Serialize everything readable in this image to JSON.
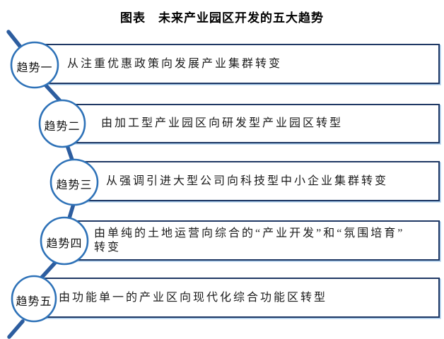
{
  "title": "图表　未来产业园区开发的五大趋势",
  "trends": [
    {
      "label": "趋势一",
      "text": "从注重优惠政策向发展产业集群转变"
    },
    {
      "label": "趋势二",
      "text": "由加工型产业园区向研发型产业园区转型"
    },
    {
      "label": "趋势三",
      "text": "从强调引进大型公司向科技型中小企业集群转变"
    },
    {
      "label": "趋势四",
      "text": "由单纯的土地运营向综合的“产业开发”和“氛围培育”",
      "text_line2": "转变"
    },
    {
      "label": "趋势五",
      "text": "由功能单一的产业区向现代化综合功能区转型"
    }
  ],
  "colors": {
    "connector_line": "#2d5d9f",
    "circle_stroke": "#2e72b8",
    "circle_fill": "#ffffff",
    "box_border": "#1f3864",
    "box_glow": "#9cc2e5",
    "text": "#1b1b1b",
    "title_text": "#000000"
  }
}
